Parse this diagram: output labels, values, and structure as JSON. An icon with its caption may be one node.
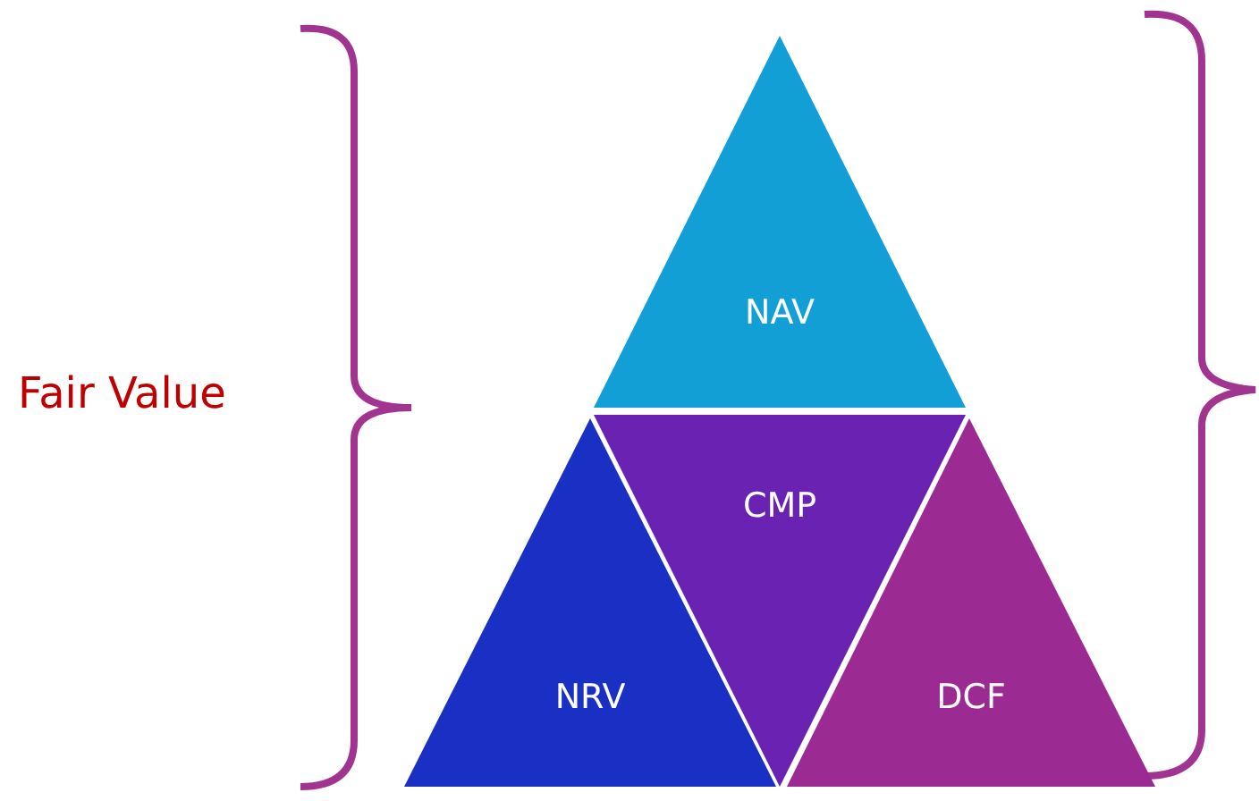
{
  "diagram": {
    "nodes": [
      {
        "text": [
          "NAV"
        ]
      },
      {
        "text": [
          "CMP"
        ]
      },
      {
        "text": [
          "NRV"
        ]
      },
      {
        "text": [
          "DCF"
        ]
      }
    ],
    "labels": [
      "Fair Value"
    ]
  }
}
